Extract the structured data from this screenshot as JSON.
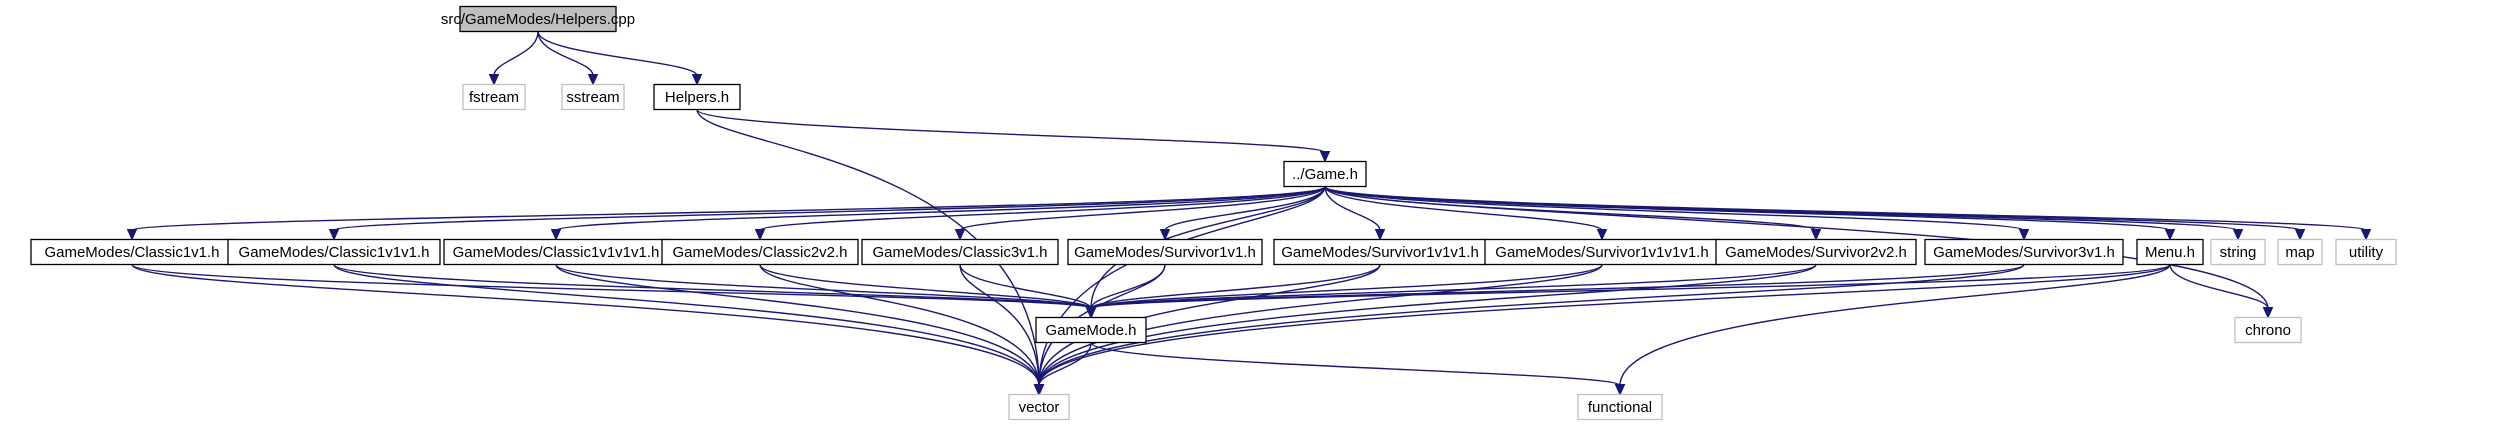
{
  "graph": {
    "nodes": [
      {
        "id": "helpers_cpp",
        "label": "src/GameModes/Helpers.cpp",
        "kind": "root"
      },
      {
        "id": "fstream",
        "label": "fstream",
        "kind": "external"
      },
      {
        "id": "sstream",
        "label": "sstream",
        "kind": "external"
      },
      {
        "id": "helpers_h",
        "label": "Helpers.h",
        "kind": "local"
      },
      {
        "id": "game_h",
        "label": "../Game.h",
        "kind": "local"
      },
      {
        "id": "classic1v1",
        "label": "GameModes/Classic1v1.h",
        "kind": "local"
      },
      {
        "id": "classic1v1v1",
        "label": "GameModes/Classic1v1v1.h",
        "kind": "local"
      },
      {
        "id": "classic1v1v1v1",
        "label": "GameModes/Classic1v1v1v1.h",
        "kind": "local"
      },
      {
        "id": "classic2v2",
        "label": "GameModes/Classic2v2.h",
        "kind": "local"
      },
      {
        "id": "classic3v1",
        "label": "GameModes/Classic3v1.h",
        "kind": "local"
      },
      {
        "id": "survivor1v1",
        "label": "GameModes/Survivor1v1.h",
        "kind": "local"
      },
      {
        "id": "survivor1v1v1",
        "label": "GameModes/Survivor1v1v1.h",
        "kind": "local"
      },
      {
        "id": "survivor1v1v1v1",
        "label": "GameModes/Survivor1v1v1v1.h",
        "kind": "local"
      },
      {
        "id": "survivor2v2",
        "label": "GameModes/Survivor2v2.h",
        "kind": "local"
      },
      {
        "id": "survivor3v1",
        "label": "GameModes/Survivor3v1.h",
        "kind": "local"
      },
      {
        "id": "menu_h",
        "label": "Menu.h",
        "kind": "local"
      },
      {
        "id": "string",
        "label": "string",
        "kind": "external"
      },
      {
        "id": "map",
        "label": "map",
        "kind": "external"
      },
      {
        "id": "utility",
        "label": "utility",
        "kind": "external"
      },
      {
        "id": "gamemode_h",
        "label": "GameMode.h",
        "kind": "local"
      },
      {
        "id": "chrono",
        "label": "chrono",
        "kind": "external"
      },
      {
        "id": "vector",
        "label": "vector",
        "kind": "external"
      },
      {
        "id": "functional",
        "label": "functional",
        "kind": "external"
      }
    ],
    "edges": [
      {
        "from": "helpers_cpp",
        "to": "fstream"
      },
      {
        "from": "helpers_cpp",
        "to": "sstream"
      },
      {
        "from": "helpers_cpp",
        "to": "helpers_h"
      },
      {
        "from": "helpers_h",
        "to": "game_h"
      },
      {
        "from": "helpers_h",
        "to": "vector"
      },
      {
        "from": "game_h",
        "to": "classic1v1"
      },
      {
        "from": "game_h",
        "to": "classic1v1v1"
      },
      {
        "from": "game_h",
        "to": "classic1v1v1v1"
      },
      {
        "from": "game_h",
        "to": "classic2v2"
      },
      {
        "from": "game_h",
        "to": "classic3v1"
      },
      {
        "from": "game_h",
        "to": "survivor1v1"
      },
      {
        "from": "game_h",
        "to": "survivor1v1v1"
      },
      {
        "from": "game_h",
        "to": "survivor1v1v1v1"
      },
      {
        "from": "game_h",
        "to": "survivor2v2"
      },
      {
        "from": "game_h",
        "to": "survivor3v1"
      },
      {
        "from": "game_h",
        "to": "menu_h"
      },
      {
        "from": "game_h",
        "to": "string"
      },
      {
        "from": "game_h",
        "to": "map"
      },
      {
        "from": "game_h",
        "to": "utility"
      },
      {
        "from": "game_h",
        "to": "gamemode_h"
      },
      {
        "from": "game_h",
        "to": "chrono"
      },
      {
        "from": "game_h",
        "to": "vector"
      },
      {
        "from": "classic1v1",
        "to": "gamemode_h"
      },
      {
        "from": "classic1v1",
        "to": "vector"
      },
      {
        "from": "classic1v1v1",
        "to": "gamemode_h"
      },
      {
        "from": "classic1v1v1",
        "to": "vector"
      },
      {
        "from": "classic1v1v1v1",
        "to": "gamemode_h"
      },
      {
        "from": "classic1v1v1v1",
        "to": "vector"
      },
      {
        "from": "classic2v2",
        "to": "gamemode_h"
      },
      {
        "from": "classic2v2",
        "to": "vector"
      },
      {
        "from": "classic3v1",
        "to": "gamemode_h"
      },
      {
        "from": "classic3v1",
        "to": "vector"
      },
      {
        "from": "survivor1v1",
        "to": "gamemode_h"
      },
      {
        "from": "survivor1v1",
        "to": "vector"
      },
      {
        "from": "survivor1v1v1",
        "to": "gamemode_h"
      },
      {
        "from": "survivor1v1v1",
        "to": "vector"
      },
      {
        "from": "survivor1v1v1v1",
        "to": "gamemode_h"
      },
      {
        "from": "survivor1v1v1v1",
        "to": "vector"
      },
      {
        "from": "survivor2v2",
        "to": "gamemode_h"
      },
      {
        "from": "survivor2v2",
        "to": "vector"
      },
      {
        "from": "survivor3v1",
        "to": "gamemode_h"
      },
      {
        "from": "survivor3v1",
        "to": "vector"
      },
      {
        "from": "menu_h",
        "to": "gamemode_h"
      },
      {
        "from": "menu_h",
        "to": "chrono"
      },
      {
        "from": "menu_h",
        "to": "vector"
      },
      {
        "from": "menu_h",
        "to": "functional"
      },
      {
        "from": "gamemode_h",
        "to": "vector"
      },
      {
        "from": "gamemode_h",
        "to": "functional"
      }
    ]
  },
  "colors": {
    "edge": "#191970",
    "root_fill": "#bfbfbf",
    "root_stroke": "#000000",
    "local_fill": "#ffffff",
    "local_stroke": "#000000",
    "external_fill": "#ffffff",
    "external_stroke": "#bfbfbf",
    "text": "#000000"
  }
}
